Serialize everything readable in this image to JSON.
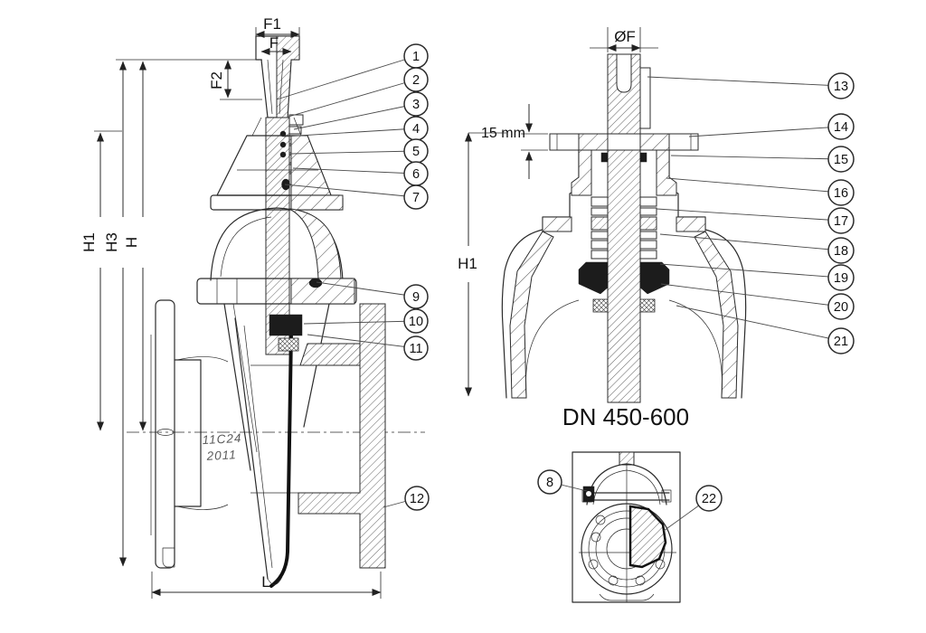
{
  "drawing": {
    "labels": {
      "f1": "F1",
      "f": "F",
      "f2": "F2",
      "h1_left": "H1",
      "h3": "H3",
      "h": "H",
      "l": "L",
      "of": "ØF",
      "mm15": "15 mm",
      "h1_right": "H1",
      "dn": "DN 450-600",
      "mark1": "11C24",
      "mark2": "2011"
    },
    "callouts": {
      "c1": "1",
      "c2": "2",
      "c3": "3",
      "c4": "4",
      "c5": "5",
      "c6": "6",
      "c7": "7",
      "c8": "8",
      "c9": "9",
      "c10": "10",
      "c11": "11",
      "c12": "12",
      "c13": "13",
      "c14": "14",
      "c15": "15",
      "c16": "16",
      "c17": "17",
      "c18": "18",
      "c19": "19",
      "c20": "20",
      "c21": "21",
      "c22": "22"
    }
  }
}
